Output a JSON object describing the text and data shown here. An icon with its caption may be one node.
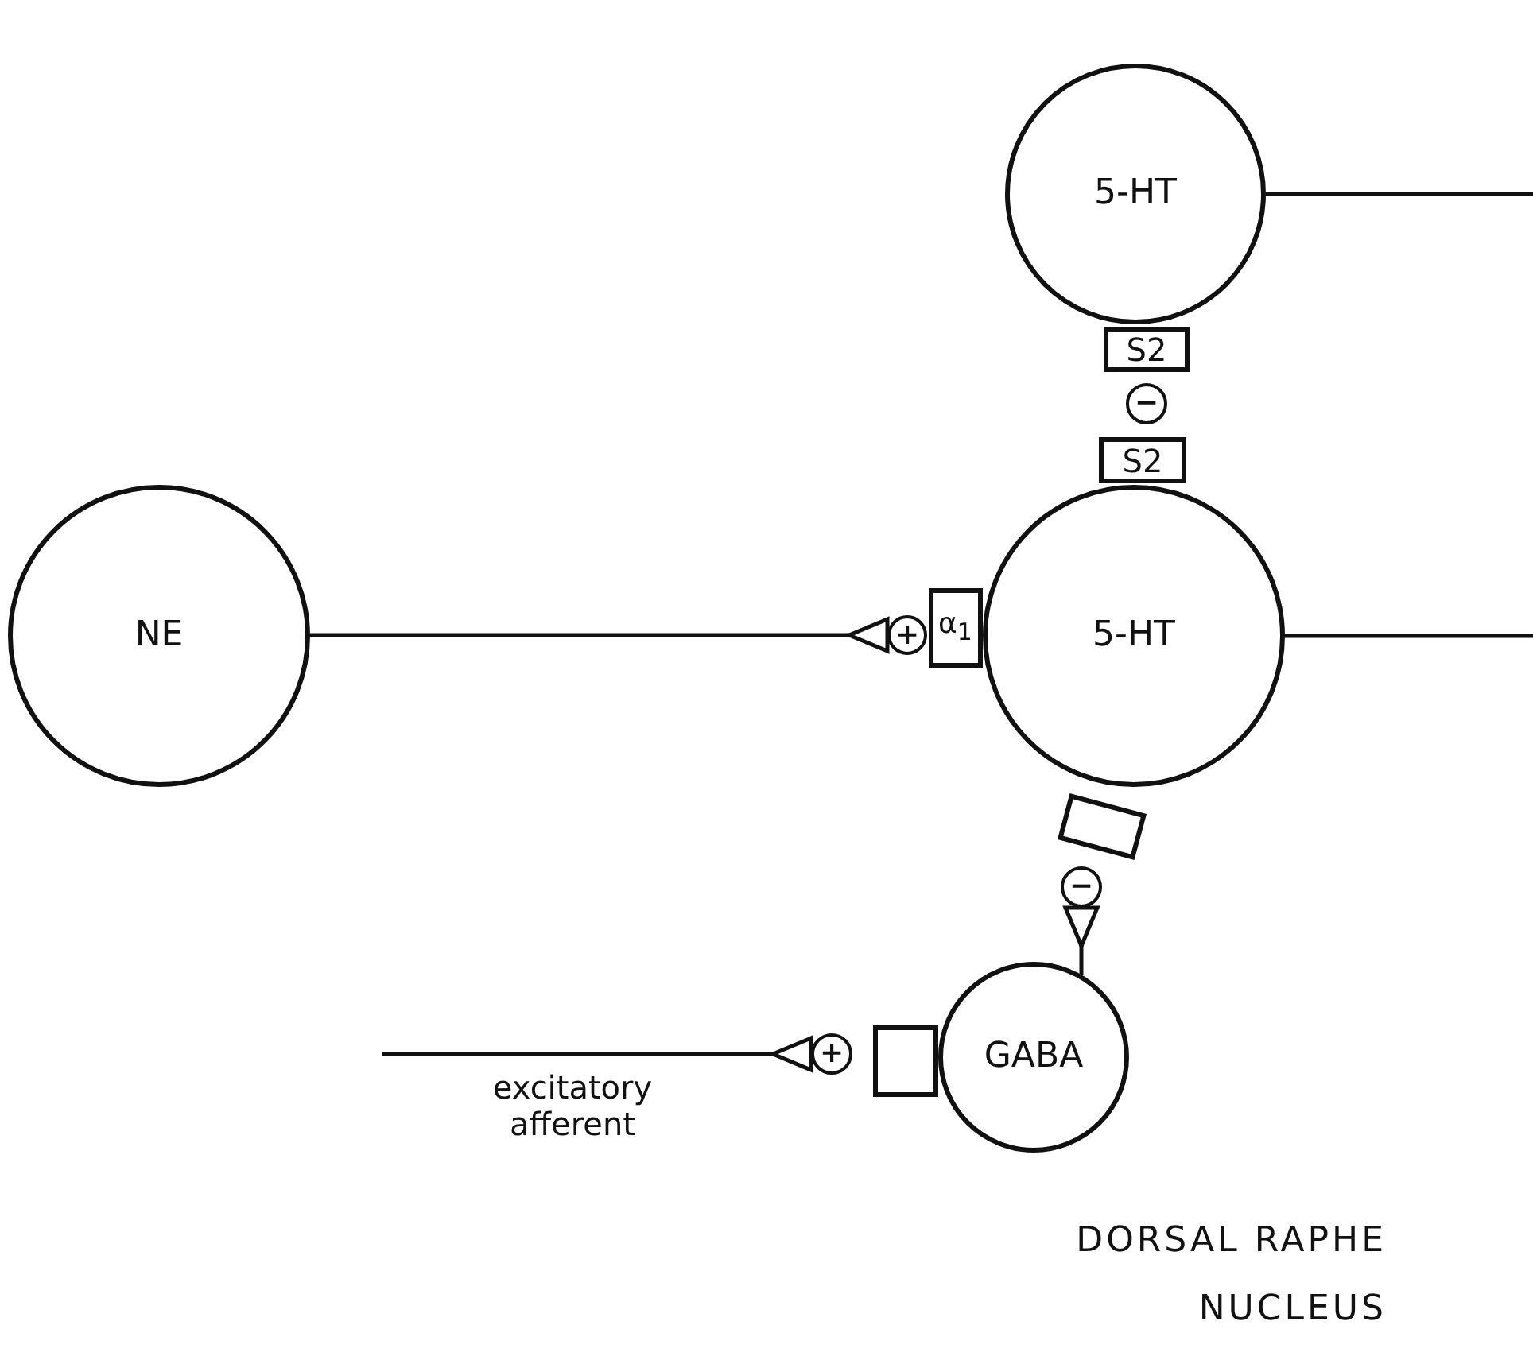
{
  "diagram": {
    "nodes": [
      {
        "text": [
          "5-HT"
        ]
      },
      {
        "text": [
          "5-HT"
        ]
      },
      {
        "text": [
          "NE"
        ]
      },
      {
        "text": [
          "GABA"
        ]
      },
      {
        "text": [
          "S2"
        ]
      },
      {
        "text": [
          "S2"
        ]
      },
      {
        "text": [
          "α$_{1}$"
        ]
      },
      {
        "text": [],
        "shape": "box"
      },
      {
        "text": [],
        "shape": "box"
      },
      {
        "text": [
          "−"
        ]
      },
      {
        "text": [
          "+"
        ]
      },
      {
        "text": [
          "−"
        ]
      },
      {
        "text": [
          "+"
        ]
      }
    ],
    "edges": [
      {
        "from": 2,
        "to": 10,
        "arrow": "other"
      },
      {
        "from": null,
        "to": 12,
        "arrow": "other",
        "label": "excitatory afferent"
      },
      {
        "from": 3,
        "to": 11,
        "arrow": "other"
      },
      {
        "from": 0,
        "to": null,
        "arrow": "none"
      },
      {
        "from": 1,
        "to": null,
        "arrow": "none"
      }
    ],
    "labels": [
      "DORSAL RAPHE NUCLEUS"
    ]
  }
}
